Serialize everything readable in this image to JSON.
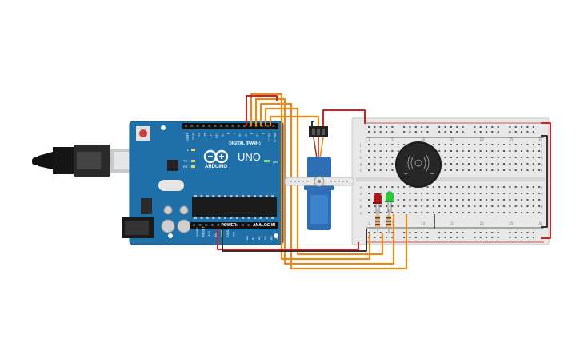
{
  "board": {
    "name": "ARDUINO",
    "model": "UNO",
    "digital_label": "DIGITAL (PWM~)",
    "power_label": "POWER",
    "analog_label": "ANALOG IN",
    "on_label": "ON",
    "l_label": "L",
    "tx_label": "TX",
    "rx_label": "RX",
    "digital_pins": [
      "AREF",
      "GND",
      "13",
      "12",
      "~11",
      "~10",
      "~9",
      "8",
      "7",
      "~6",
      "~5",
      "4",
      "~3",
      "2",
      "TX→1",
      "RX←0"
    ],
    "power_pins": [
      "IOREF",
      "RESET",
      "3V3",
      "5V",
      "GND",
      "GND",
      "VIN"
    ],
    "analog_pins": [
      "A0",
      "A1",
      "A2",
      "A3",
      "A4",
      "A5"
    ]
  },
  "breadboard": {
    "row_letters_top": [
      "j",
      "i",
      "h",
      "g",
      "f"
    ],
    "row_letters_bottom": [
      "e",
      "d",
      "c",
      "b",
      "a"
    ],
    "column_numbers": [
      "1",
      "5",
      "10",
      "15",
      "20",
      "25",
      "30"
    ]
  },
  "buzzer": {
    "plus": "+",
    "minus": "−"
  },
  "colors": {
    "board": "#1f6fa8",
    "wire_orange": "#e8891c",
    "wire_red": "#d42020",
    "wire_black": "#333333",
    "servo": "#2f6eb4",
    "led_red": "#b01818",
    "led_green": "#2ec43a"
  }
}
